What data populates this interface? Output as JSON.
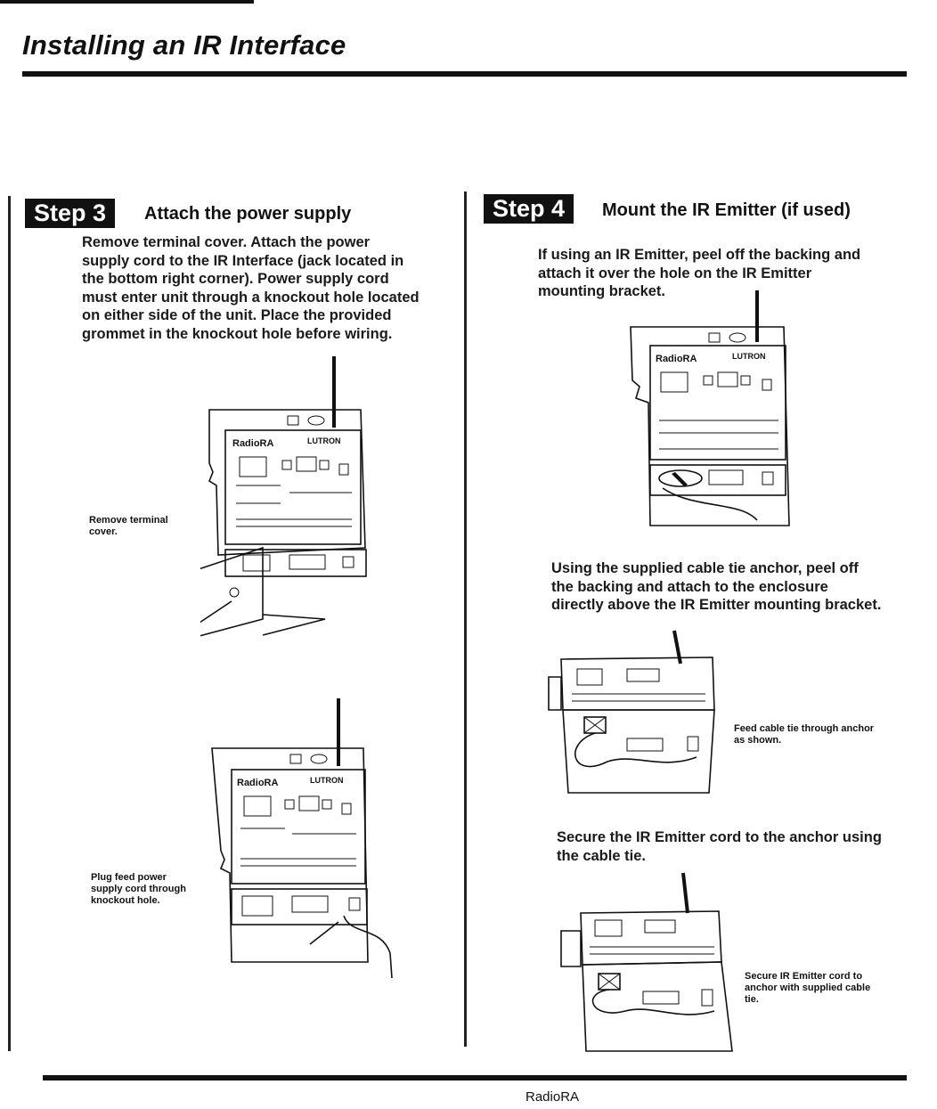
{
  "header": {
    "title": "Installing an IR Interface"
  },
  "step3": {
    "tag": "Step 3",
    "title": "Attach the power supply",
    "lines": [
      "Remove terminal cover. Attach the power",
      "supply cord to the IR Interface (jack located in",
      "the bottom right corner). Power supply cord",
      "must enter unit through a knockout hole located",
      "on either side of the unit. Place the provided",
      "grommet in the knockout hole before wiring."
    ],
    "caption1": [
      "Remove terminal",
      "cover."
    ],
    "caption2": [
      "Plug feed power",
      "supply cord through",
      "knockout hole."
    ]
  },
  "step4": {
    "tag": "Step 4",
    "title": "Mount the IR Emitter (if used)",
    "intro_lines": [
      "If using an IR Emitter, peel off the backing and",
      "attach it over the hole on the IR Emitter",
      "mounting bracket."
    ],
    "anchor_lines": [
      "Using the supplied cable tie anchor, peel off",
      "the backing and attach to the enclosure",
      "directly above the IR Emitter mounting bracket."
    ],
    "caption_feed": [
      "Feed cable tie through anchor",
      "as shown."
    ],
    "secure_lines": [
      "Secure the IR Emitter cord to the anchor using",
      "the cable tie."
    ],
    "caption_secure": [
      "Secure IR Emitter cord to",
      "anchor with supplied cable",
      "tie."
    ]
  },
  "device": {
    "brand": "RadioRA",
    "maker": "LUTRON"
  },
  "footer": {
    "label": "RadioRA"
  }
}
